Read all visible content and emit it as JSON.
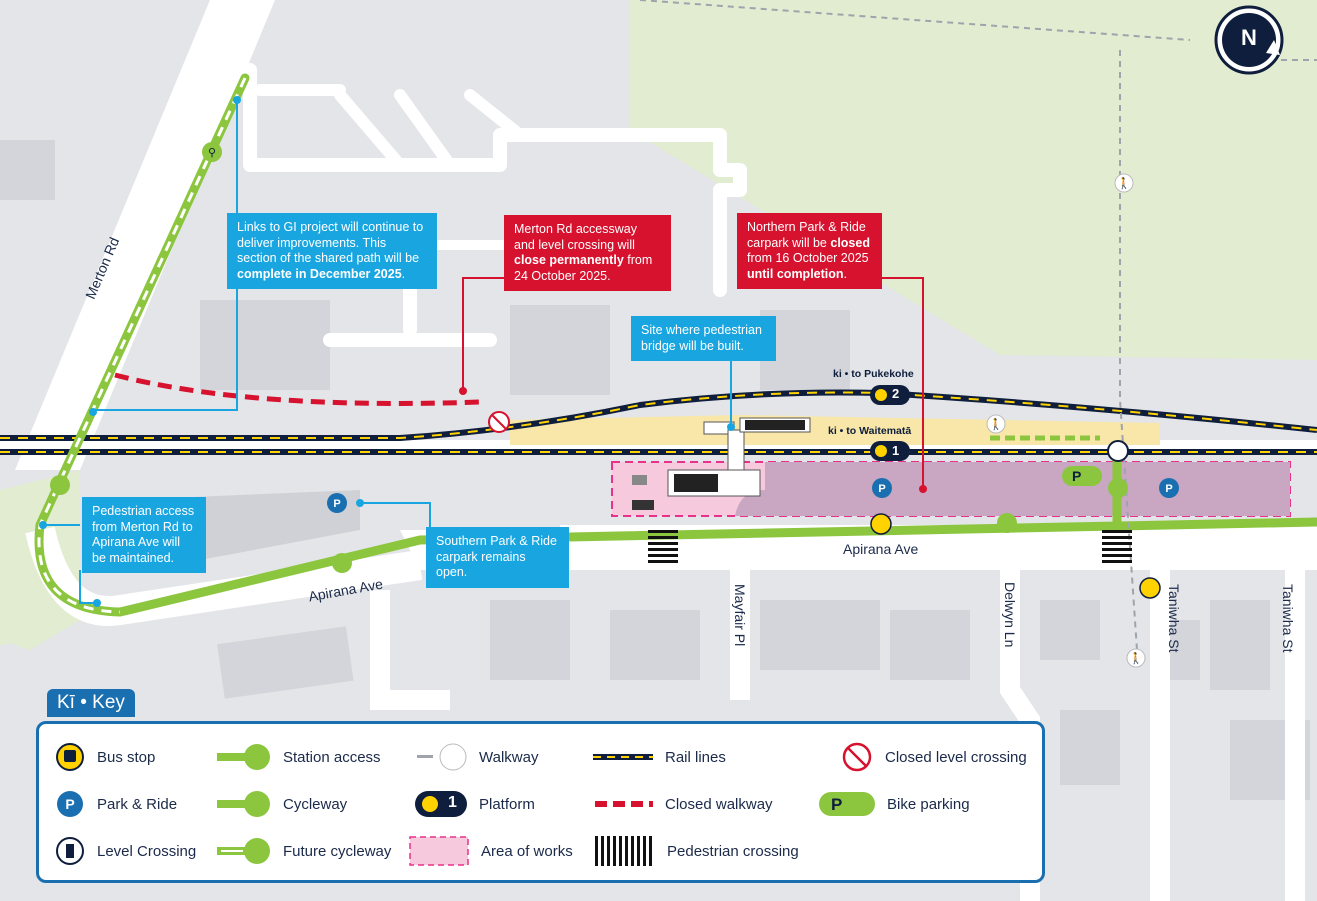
{
  "compass": {
    "label": "N"
  },
  "callouts": {
    "gi_project": {
      "pre": "Links to GI project will continue to deliver improvements. This section of the shared path will be ",
      "bold": "complete in December 2025",
      "post": "."
    },
    "merton_close": {
      "pre": "Merton Rd accessway and level crossing will ",
      "bold": "close permanently",
      "post": " from 24 October 2025."
    },
    "northern_pr": {
      "pre": "Northern Park & Ride carpark will be ",
      "bold": "closed",
      "mid": " from 16 October 2025 ",
      "bold2": "until completion",
      "post": "."
    },
    "bridge_site": {
      "text": "Site where pedestrian bridge will be built."
    },
    "ped_access": {
      "text": "Pedestrian access from Merton Rd to Apirana Ave will be maintained."
    },
    "southern_pr": {
      "text": "Southern Park & Ride carpark remains open."
    }
  },
  "streets": {
    "merton": "Merton Rd",
    "apirana_w": "Apirana Ave",
    "apirana_e": "Apirana Ave",
    "mayfair": "Mayfair Pl",
    "delwyn": "Delwyn Ln",
    "taniwha_1": "Taniwha St",
    "taniwha_2": "Taniwha St"
  },
  "platforms": {
    "p2": {
      "dest": "ki • to Pukekohe",
      "num": "2"
    },
    "p1": {
      "dest": "ki • to Waitematā",
      "num": "1"
    }
  },
  "key": {
    "title": "Kī • Key",
    "items": [
      {
        "label": "Bus stop",
        "icon": "bus-stop-icon"
      },
      {
        "label": "Station access",
        "icon": "station-access-icon"
      },
      {
        "label": "Walkway",
        "icon": "walkway-icon"
      },
      {
        "label": "Rail lines",
        "icon": "rail-lines-icon"
      },
      {
        "label": "Closed level crossing",
        "icon": "closed-level-crossing-icon"
      },
      {
        "label": "Park & Ride",
        "icon": "park-ride-icon"
      },
      {
        "label": "Cycleway",
        "icon": "cycleway-icon"
      },
      {
        "label": "Platform",
        "icon": "platform-icon",
        "num": "1"
      },
      {
        "label": "Closed walkway",
        "icon": "closed-walkway-icon"
      },
      {
        "label": "Bike parking",
        "icon": "bike-parking-icon"
      },
      {
        "label": "Level Crossing",
        "icon": "level-crossing-icon"
      },
      {
        "label": "Future cycleway",
        "icon": "future-cycleway-icon"
      },
      {
        "label": "Area of works",
        "icon": "area-of-works-icon"
      },
      {
        "label": "Pedestrian crossing",
        "icon": "pedestrian-crossing-icon"
      }
    ]
  },
  "colors": {
    "green": "#8cc63f",
    "navy": "#0e1e3c",
    "red": "#d6122e",
    "blue": "#19a6e0",
    "yellow": "#ffd200",
    "pink": "#f7c9dd",
    "park": "#1a6fb0"
  }
}
